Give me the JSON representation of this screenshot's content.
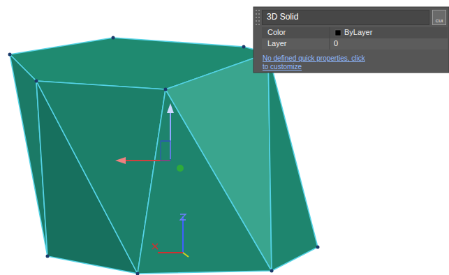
{
  "diagram": {
    "nodes": [
      {
        "text": [
          "3D Solid"
        ]
      },
      {
        "text": [
          "CUI"
        ]
      }
    ],
    "labels": [
      "Color",
      "ByLayer",
      "Layer",
      "0",
      "No defined quick properties, click to customize"
    ]
  }
}
